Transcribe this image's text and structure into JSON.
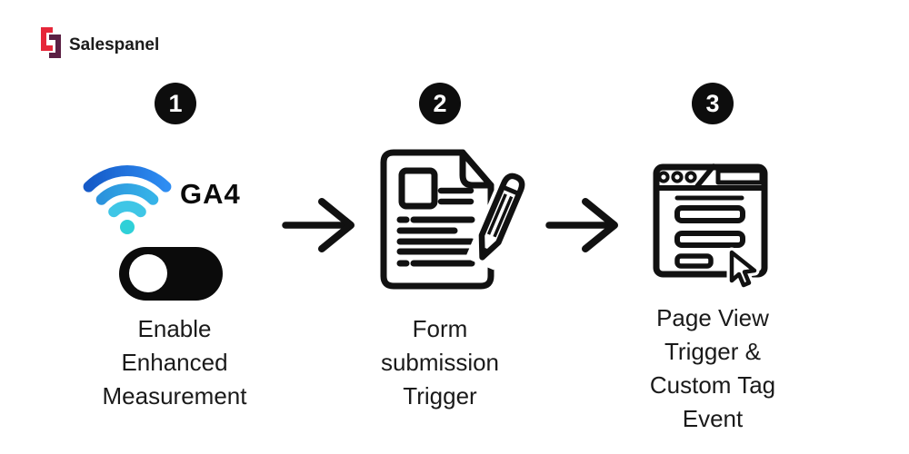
{
  "logo": {
    "text": "Salespanel",
    "icon": "salespanel-bracket-logo",
    "colors": {
      "red": "#e62739",
      "maroon": "#5c2044",
      "text": "#1b1b1b"
    }
  },
  "steps": [
    {
      "number": "1",
      "label": "GA4",
      "icons": [
        "wifi-icon",
        "toggle-on-icon"
      ],
      "caption_lines": [
        "Enable",
        "Enhanced",
        "Measurement"
      ]
    },
    {
      "number": "2",
      "icons": [
        "document-pencil-icon"
      ],
      "caption_lines": [
        "Form",
        "submission",
        "Trigger"
      ]
    },
    {
      "number": "3",
      "icons": [
        "browser-window-cursor-icon"
      ],
      "caption_lines": [
        "Page View",
        "Trigger &",
        "Custom Tag",
        "Event"
      ]
    }
  ],
  "arrows": {
    "icon": "right-arrow-icon",
    "count": 2,
    "color": "#111111"
  },
  "colors": {
    "background": "#ffffff",
    "badge_bg": "#0d0d0d",
    "badge_text": "#ffffff",
    "caption_text": "#1a1a1a",
    "icon_stroke": "#111111",
    "wifi_gradient": [
      "#1b63d8",
      "#2e9be0",
      "#3fc6e6",
      "#2fd0d8"
    ],
    "toggle_bg": "#0b0b0b",
    "toggle_knob": "#ffffff"
  }
}
